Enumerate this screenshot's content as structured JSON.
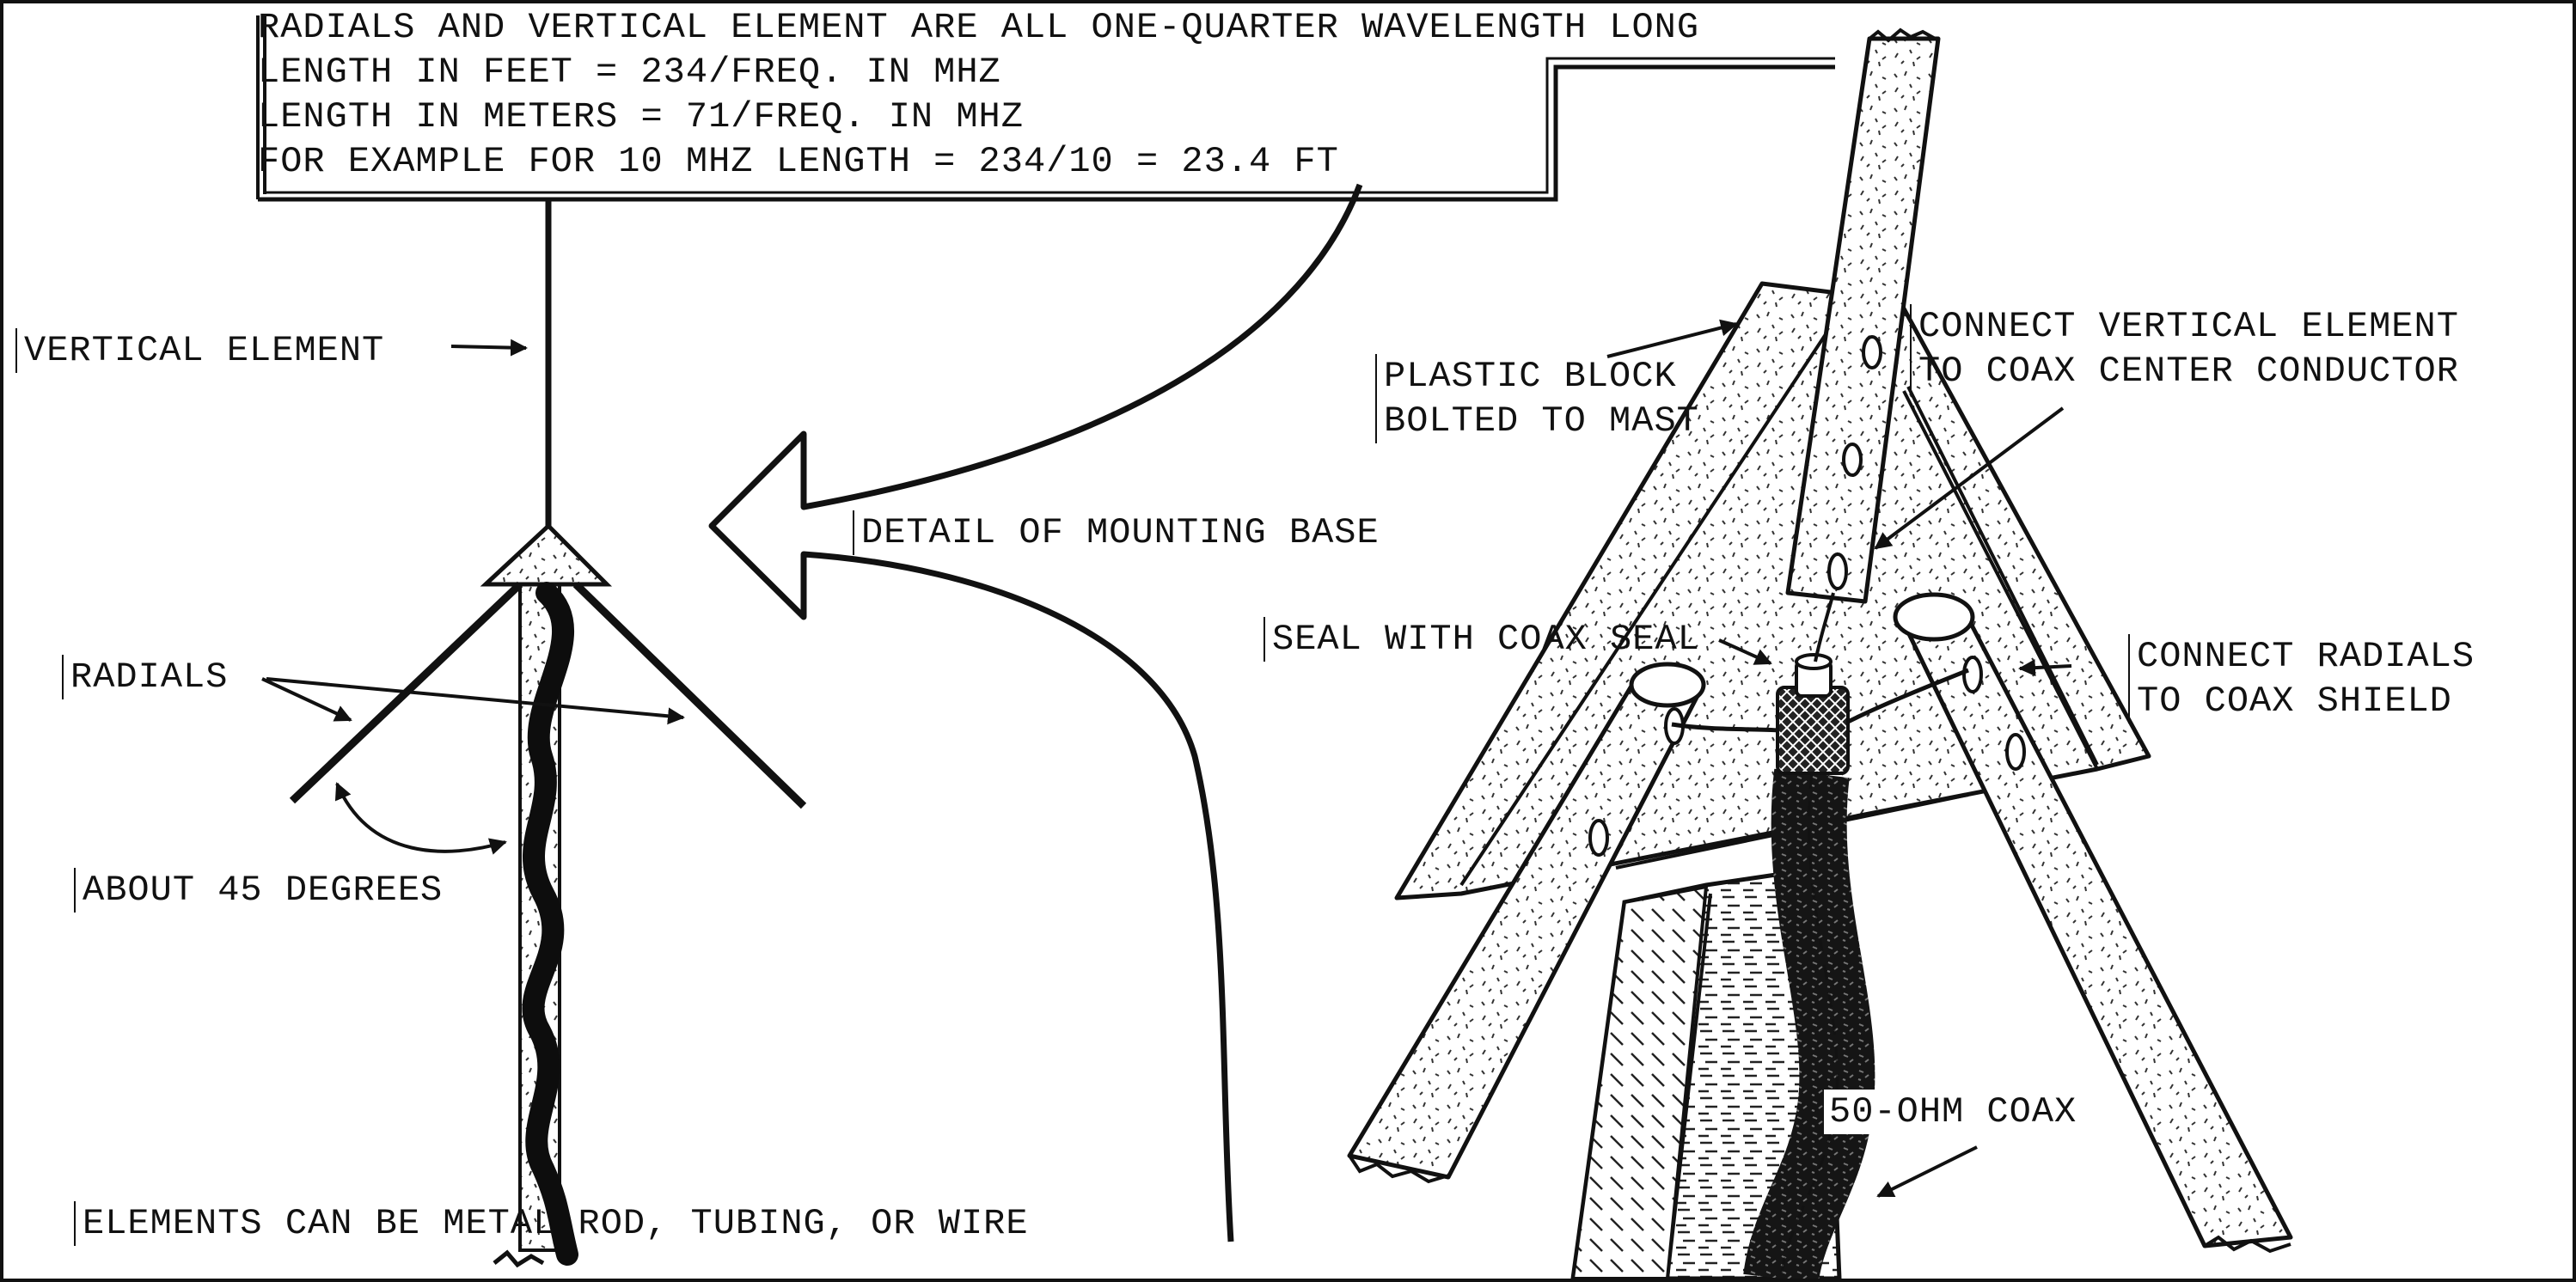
{
  "notes": {
    "line1": "RADIALS AND VERTICAL ELEMENT ARE ALL ONE-QUARTER WAVELENGTH LONG",
    "line2": "LENGTH IN FEET = 234/FREQ. IN MHZ",
    "line3": "LENGTH IN METERS = 71/FREQ. IN MHZ",
    "line4": "FOR EXAMPLE FOR 10 MHZ LENGTH = 234/10 = 23.4 FT"
  },
  "left": {
    "vertical_element": "VERTICAL ELEMENT",
    "radials": "RADIALS",
    "about_45": "ABOUT 45 DEGREES",
    "elements_note": "ELEMENTS CAN BE METAL ROD, TUBING, OR WIRE"
  },
  "middle": {
    "detail": "DETAIL OF MOUNTING BASE"
  },
  "right": {
    "plastic_block_1": "PLASTIC BLOCK",
    "plastic_block_2": "BOLTED TO MAST",
    "connect_vertical_1": "CONNECT VERTICAL ELEMENT",
    "connect_vertical_2": "TO COAX CENTER CONDUCTOR",
    "seal": "SEAL WITH COAX SEAL",
    "connect_radials_1": "CONNECT RADIALS",
    "connect_radials_2": "TO COAX SHIELD",
    "coax": "50-OHM COAX"
  },
  "colors": {
    "ink": "#111111",
    "paper": "#ffffff"
  }
}
